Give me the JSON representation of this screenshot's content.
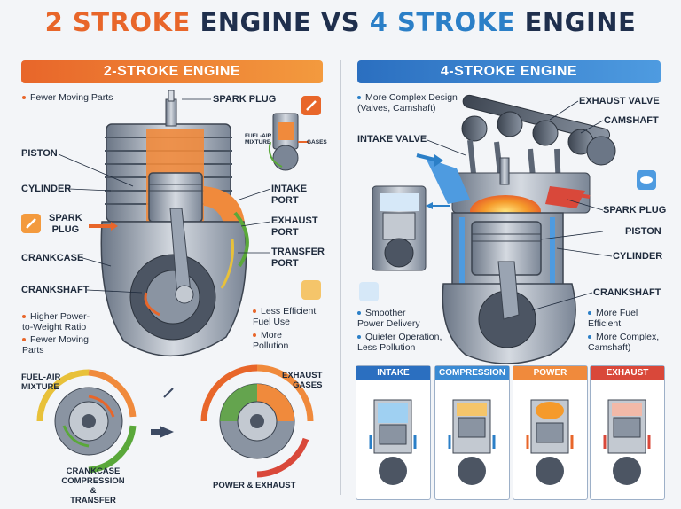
{
  "title": {
    "part1": "2 STROKE",
    "part2": "ENGINE VS",
    "part3": "4 STROKE",
    "part4": "ENGINE"
  },
  "left": {
    "banner": "2-STROKE ENGINE",
    "top_note": "Fewer Moving Parts",
    "labels": {
      "spark_plug": "SPARK PLUG",
      "piston": "PISTON",
      "cylinder": "CYLINDER",
      "spark_plug_side": "SPARK\nPLUG",
      "crankcase": "CRANKCASE",
      "crankshaft": "CRANKSHAFT",
      "intake_port": "INTAKE\nPORT",
      "exhaust_port": "EXHAUST\nPORT",
      "transfer_port": "TRANSFER\nPORT"
    },
    "mini": {
      "fuel_air": "FUEL-AIR\nMIXTURE",
      "gases": "GASES"
    },
    "pros": [
      "Higher Power-\nto-Weight Ratio",
      "Fewer Moving\nParts"
    ],
    "cons": [
      "Less Efficient\nFuel Use",
      "More\nPollution"
    ],
    "cycle": {
      "fuel_air": "FUEL-AIR\nMIXTURE",
      "exhaust_gases": "EXHAUST\nGASES",
      "crankcase": "CRANKCASE\nCOMPRESSION &\nTRANSFER",
      "power": "POWER & EXHAUST"
    }
  },
  "right": {
    "banner": "4-STROKE ENGINE",
    "top_note": "More Complex Design\n(Valves, Camshaft)",
    "labels": {
      "exhaust_valve": "EXHAUST VALVE",
      "camshaft": "CAMSHAFT",
      "intake_valve": "INTAKE VALVE",
      "spark_plug": "SPARK PLUG",
      "piston": "PISTON",
      "cylinder": "CYLINDER",
      "crankshaft": "CRANKSHAFT"
    },
    "pros": [
      "Smoother\nPower Delivery",
      "Quieter Operation,\nLess Pollution"
    ],
    "cons": [
      "More Fuel\nEfficient",
      "More Complex,\nCamshaft)"
    ],
    "strokes": [
      "INTAKE",
      "COMPRESSION",
      "POWER",
      "EXHAUST"
    ]
  },
  "colors": {
    "orange": "#e8662a",
    "blue": "#2b7fc7",
    "navy": "#1f2f4d",
    "green": "#5aa83a",
    "red": "#d9483a"
  }
}
